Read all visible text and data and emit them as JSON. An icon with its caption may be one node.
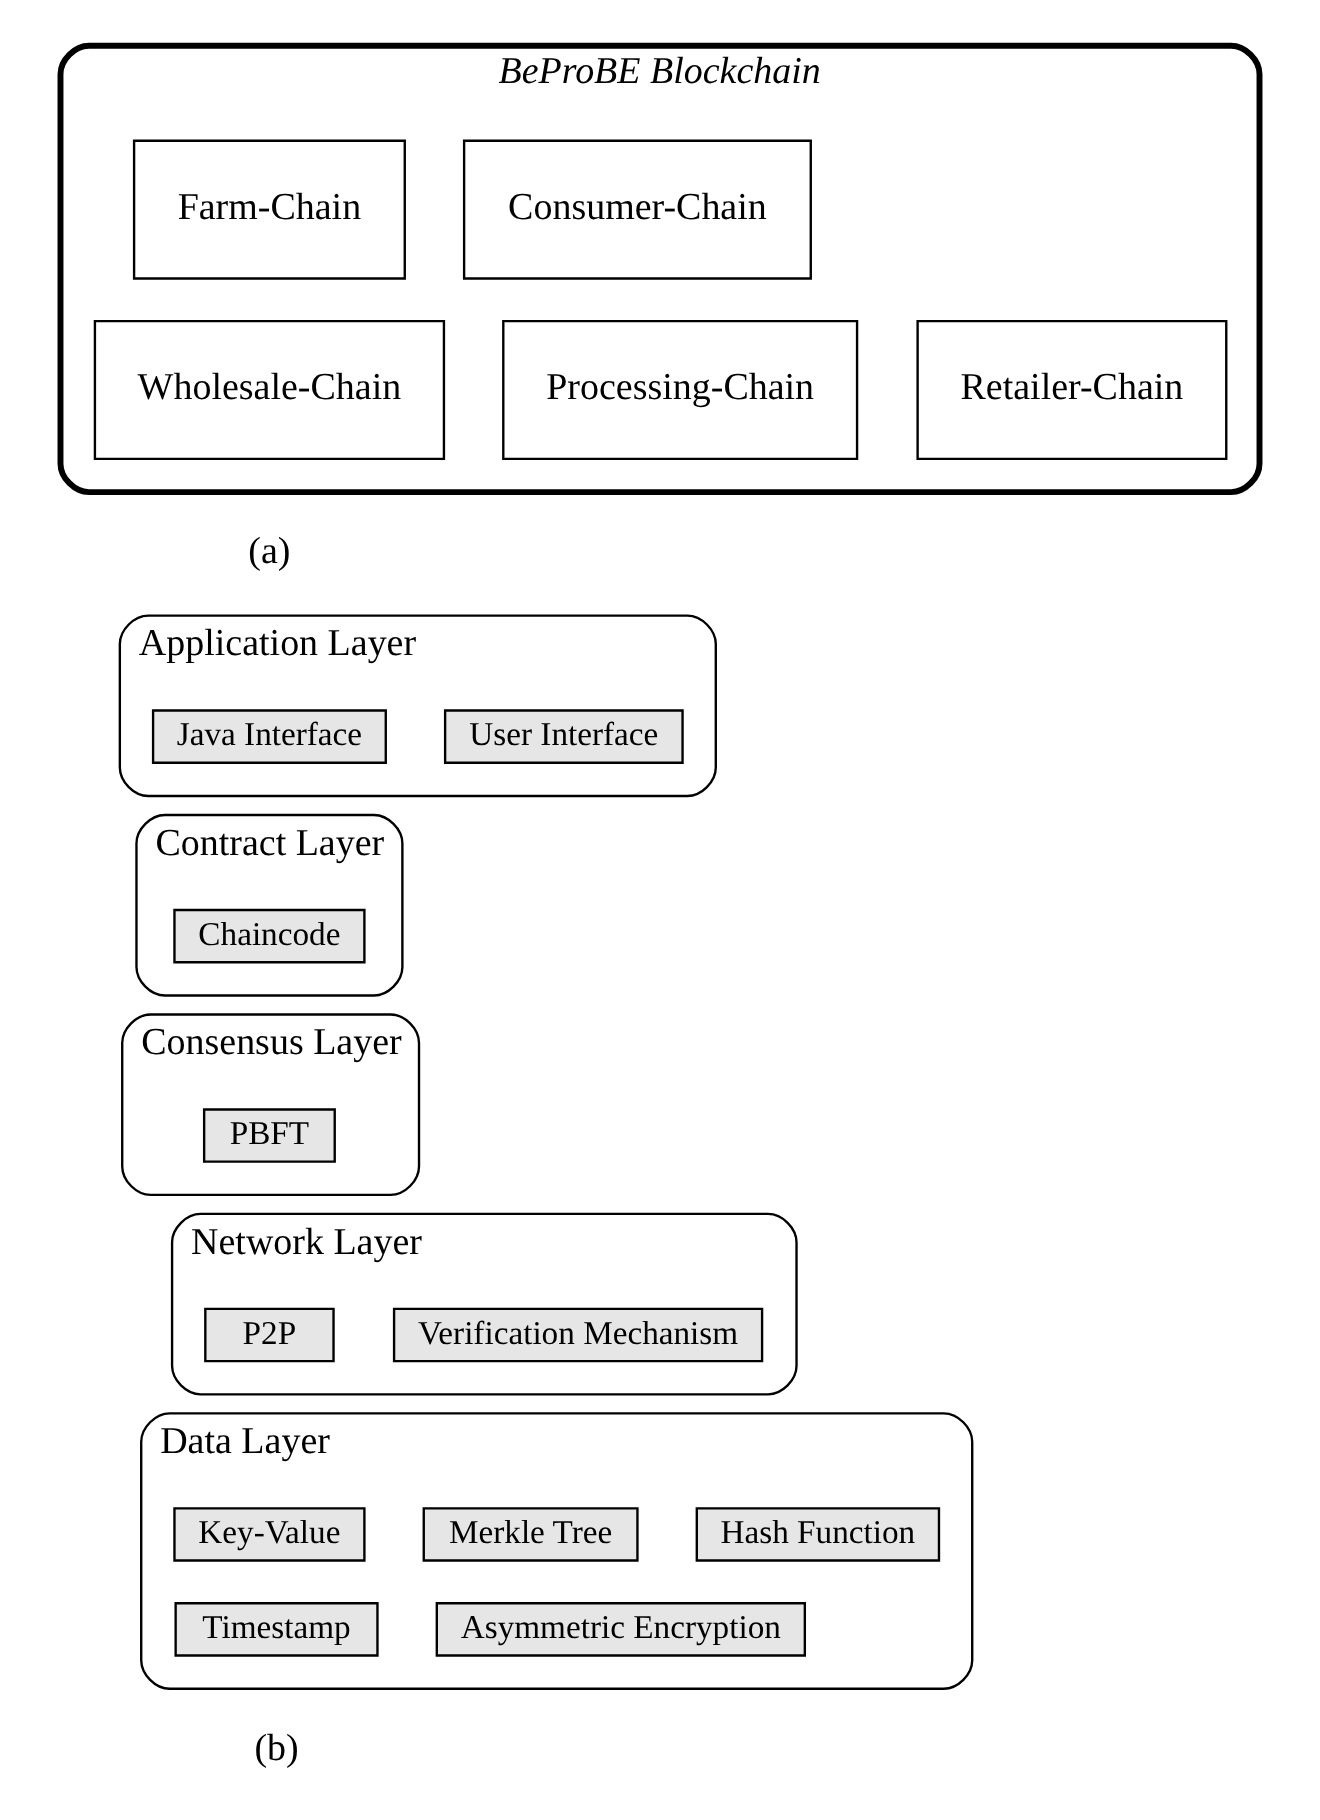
{
  "diagram": {
    "nodes": [
      {
        "text": [
          "BeProBE Blockchain"
        ]
      },
      {
        "text": [
          "Farm-Chain"
        ],
        "in": 0
      },
      {
        "text": [
          "Consumer-Chain"
        ],
        "in": 0
      },
      {
        "text": [
          "Wholesale-Chain"
        ],
        "in": 0
      },
      {
        "text": [
          "Processing-Chain"
        ],
        "in": 0
      },
      {
        "text": [
          "Retailer-Chain"
        ],
        "in": 0
      },
      {
        "text": [
          "Application Layer"
        ]
      },
      {
        "text": [
          "Java Interface"
        ],
        "in": 6
      },
      {
        "text": [
          "User Interface"
        ],
        "in": 6
      },
      {
        "text": [
          "Contract Layer"
        ]
      },
      {
        "text": [
          "Chaincode"
        ],
        "in": 9
      },
      {
        "text": [
          "Consensus Layer"
        ]
      },
      {
        "text": [
          "PBFT"
        ],
        "in": 11
      },
      {
        "text": [
          "Network Layer"
        ]
      },
      {
        "text": [
          "P2P"
        ],
        "in": 13
      },
      {
        "text": [
          "Verification Mechanism"
        ],
        "in": 13
      },
      {
        "text": [
          "Data Layer"
        ]
      },
      {
        "text": [
          "Key-Value"
        ],
        "in": 16
      },
      {
        "text": [
          "Merkle Tree"
        ],
        "in": 16
      },
      {
        "text": [
          "Hash Function"
        ],
        "in": 16
      },
      {
        "text": [
          "Timestamp"
        ],
        "in": 16
      },
      {
        "text": [
          "Asymmetric Encryption"
        ],
        "in": 16
      }
    ],
    "labels": [
      "(a)",
      "(b)"
    ]
  }
}
